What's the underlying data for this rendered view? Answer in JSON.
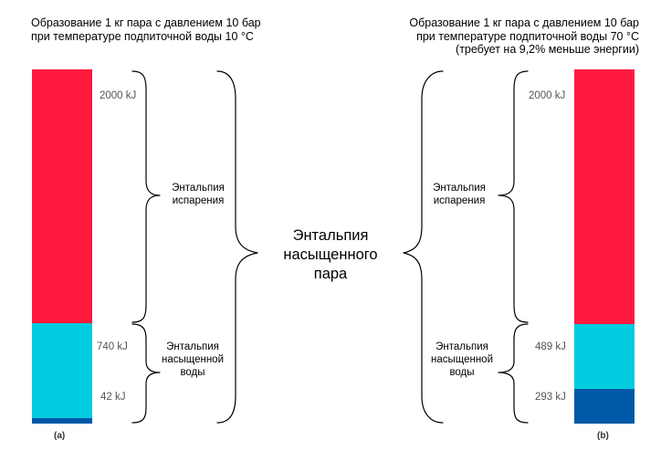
{
  "left": {
    "title_lines": [
      "Образование 1 кг пара с давлением 10 бар",
      "при температуре подпиточной воды 10 °C"
    ],
    "values": {
      "top": "2000 kJ",
      "middle": "740 kJ",
      "bottom": "42 kJ"
    },
    "label_evaporation": [
      "Энтальпия",
      "испарения"
    ],
    "label_saturated_water": [
      "Энтальпия",
      "насыщенной",
      "воды"
    ],
    "caption": "(a)"
  },
  "right": {
    "title_lines": [
      "Образование 1 кг пара с давлением 10 бар",
      "при температуре подпиточной воды 70 °C",
      "(требует на 9,2% меньше энергии)"
    ],
    "values": {
      "top": "2000 kJ",
      "middle": "489 kJ",
      "bottom": "293 kJ"
    },
    "label_evaporation": [
      "Энтальпия",
      "испарения"
    ],
    "label_saturated_water": [
      "Энтальпия",
      "насыщенной",
      "воды"
    ],
    "caption": "(b)"
  },
  "center_label": [
    "Энтальпия",
    "насыщенного",
    "пара"
  ],
  "colors": {
    "evaporation": "#ff1a3d",
    "saturated_water": "#00cce0",
    "feed_water": "#0058a8"
  }
}
